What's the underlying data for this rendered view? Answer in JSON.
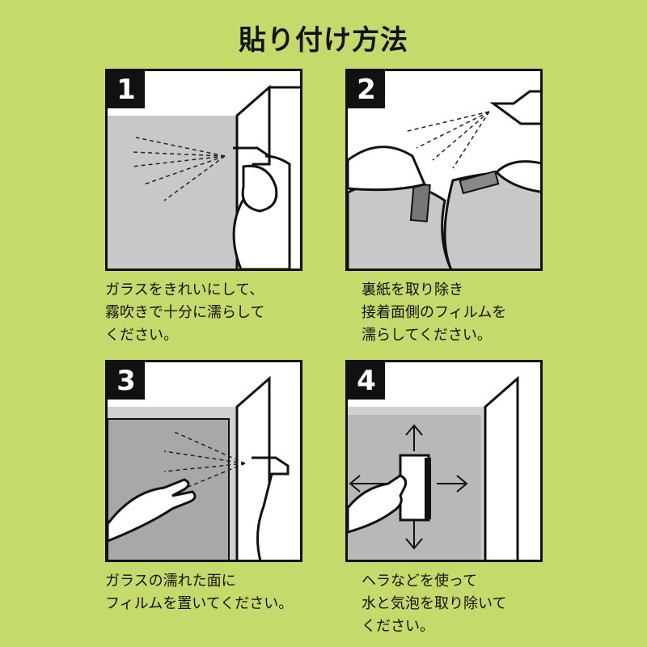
{
  "title": "貼り付け方法",
  "colors": {
    "background": "#c4db6b",
    "panel": "#ffffff",
    "glass": "#bdbdbd",
    "badge": "#111111"
  },
  "steps": [
    {
      "number": "1",
      "icon": "spray-bottle-window-icon",
      "lines": [
        "ガラスをきれいにして、",
        "霧吹きで十分に濡らして",
        "ください。"
      ]
    },
    {
      "number": "2",
      "icon": "peel-backing-spray-icon",
      "lines": [
        "裏紙を取り除き",
        "接着面側のフィルムを",
        "濡らしてください。"
      ]
    },
    {
      "number": "3",
      "icon": "place-film-icon",
      "lines": [
        "ガラスの濡れた面に",
        "フィルムを置いてください。"
      ]
    },
    {
      "number": "4",
      "icon": "squeegee-arrows-icon",
      "lines": [
        "ヘラなどを使って",
        "水と気泡を取り除いて",
        "ください。"
      ]
    }
  ]
}
